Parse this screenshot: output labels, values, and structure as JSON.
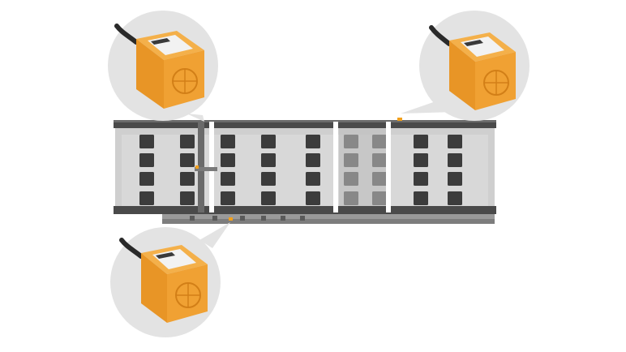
{
  "scene": {
    "subject": "conveyor-with-inductive-proximity-sensors",
    "colors": {
      "background": "#ffffff",
      "callout_bubble": "#e3e3e3",
      "sensor_body": "#f0a133",
      "sensor_body_dark": "#d98a1f",
      "sensor_face": "#e8912a",
      "cable": "#2a2a2a",
      "label_plate": "#f2f2f2",
      "rail": "#4a4a4a",
      "tray_floor": "#d9d9d9",
      "tray_inner": "#c8c8c8",
      "block": "#3c3c3c",
      "divider": "#ffffff",
      "accent_led": "#f2a01c"
    },
    "sensors": [
      {
        "id": "top-left",
        "icon": "proximity-sensor-icon"
      },
      {
        "id": "top-right",
        "icon": "proximity-sensor-icon"
      },
      {
        "id": "bottom-left",
        "icon": "proximity-sensor-icon"
      }
    ]
  }
}
